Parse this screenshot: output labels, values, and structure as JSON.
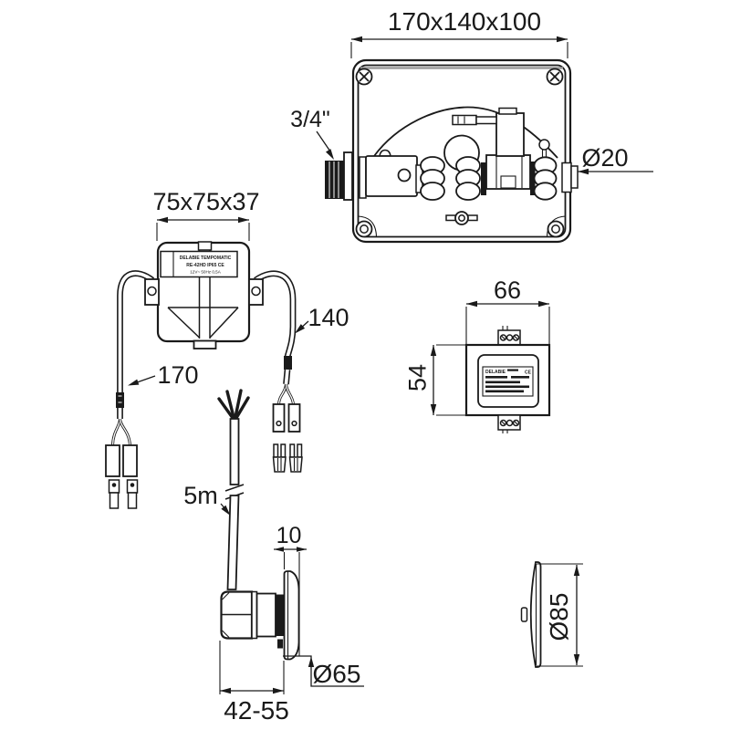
{
  "drawing": {
    "enclosure": {
      "dimension": "170x140x100",
      "inlet_size": "3/4\"",
      "outlet_diameter": "Ø20"
    },
    "transformer": {
      "dimension": "75x75x37",
      "left_wire_length": "170",
      "right_wire_length": "140",
      "label": {
        "line1": "DELABIE TEMPOMATIC",
        "line2": "RE-42HD   IP65   CE",
        "line3": "12V~   50Hz   0,5A"
      }
    },
    "cable": {
      "length": "5m"
    },
    "push_button": {
      "head_depth": "10",
      "collar_diameter": "Ø65",
      "wall_range": "42-55"
    },
    "control_module": {
      "width": "66",
      "height": "54",
      "label_brand": "DELABIE",
      "label_ce": "CE"
    },
    "cover_plate": {
      "diameter": "Ø85"
    }
  }
}
